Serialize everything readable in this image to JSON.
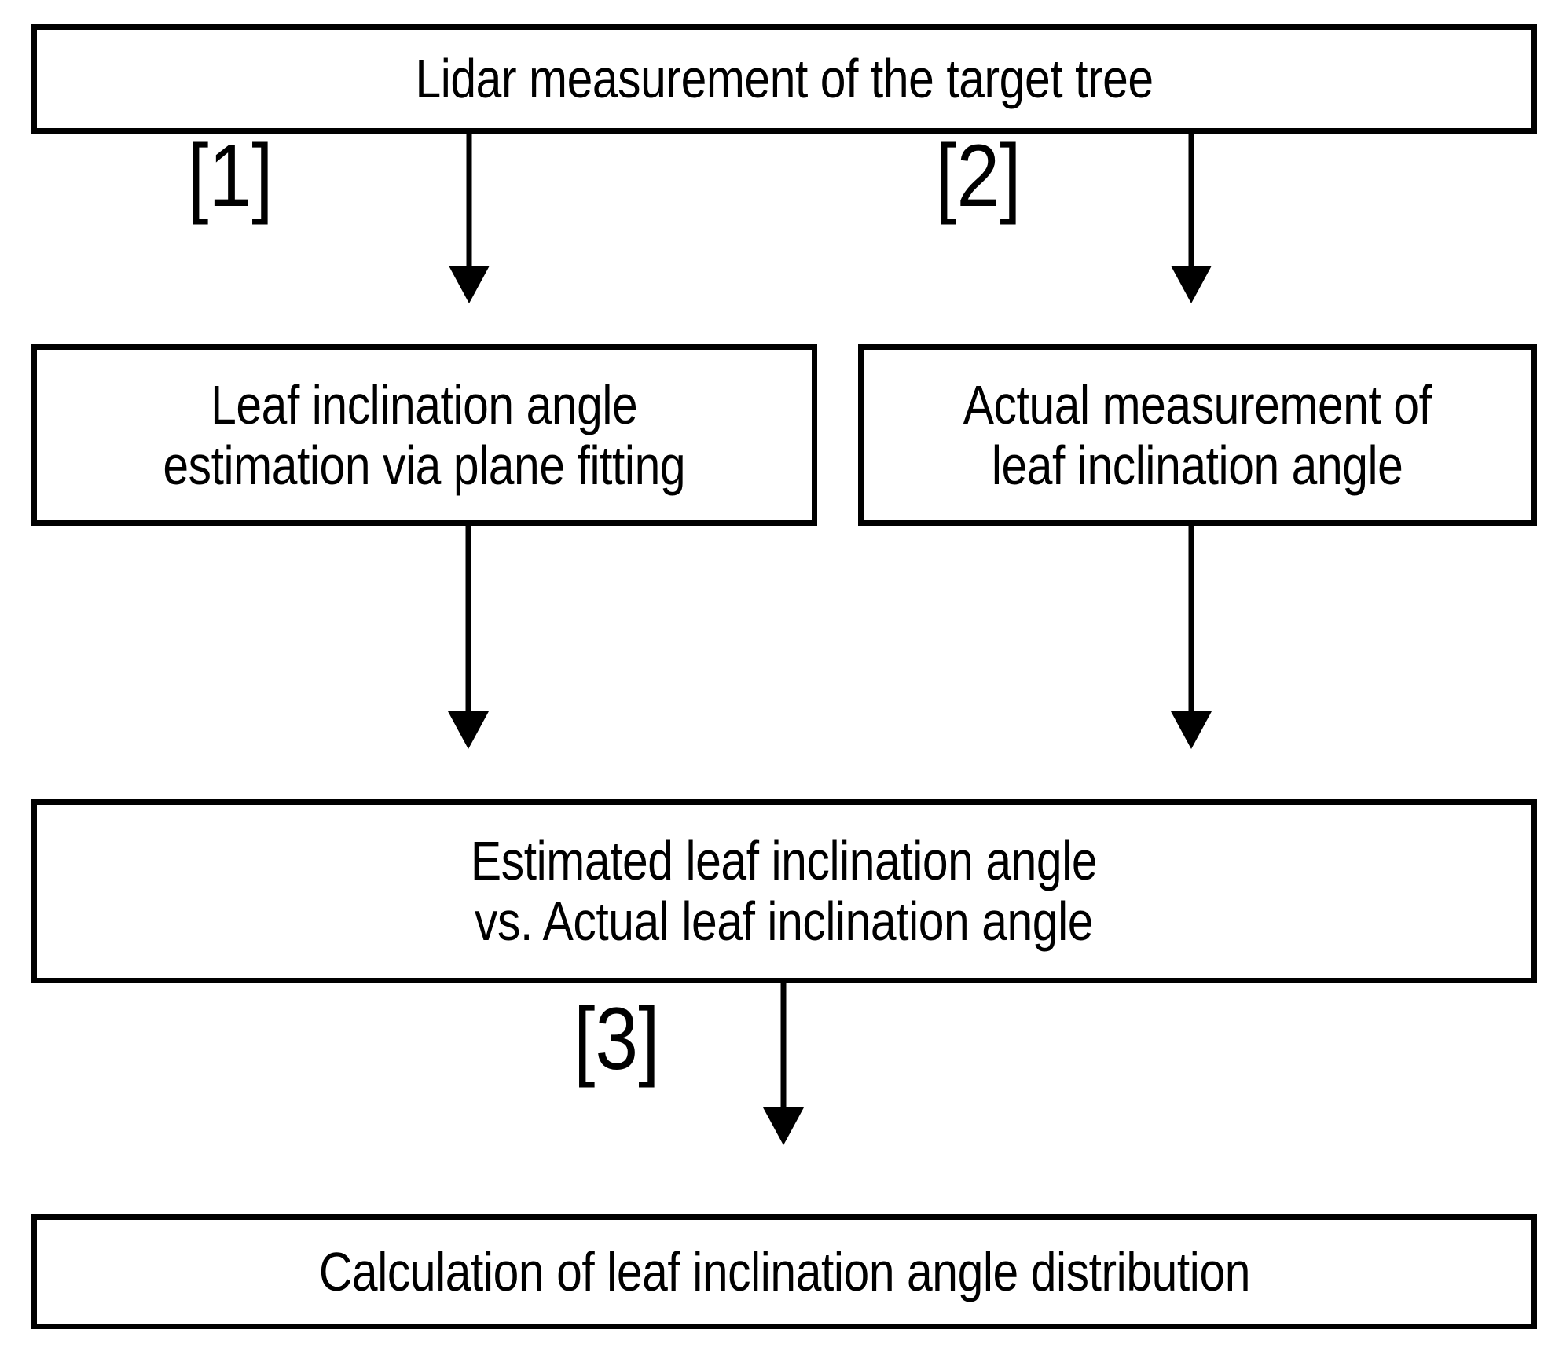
{
  "diagram": {
    "title": "Leaf inclination angle workflow flowchart",
    "background_color": "#ffffff",
    "line_color": "#000000",
    "nodes": [
      {
        "id": "lidar",
        "text": "Lidar measurement of the target tree"
      },
      {
        "id": "estimation",
        "text": "Leaf inclination angle\nestimation via plane fitting"
      },
      {
        "id": "actual",
        "text": "Actual measurement of\nleaf inclination angle"
      },
      {
        "id": "compare",
        "text": "Estimated leaf inclination angle\nvs. Actual leaf inclination angle"
      },
      {
        "id": "calc",
        "text": "Calculation of leaf inclination angle distribution"
      }
    ],
    "step_labels": [
      {
        "id": "step-1",
        "text": "[1]"
      },
      {
        "id": "step-2",
        "text": "[2]"
      },
      {
        "id": "step-3",
        "text": "[3]"
      }
    ],
    "edges": [
      {
        "id": "edge-1",
        "from": "lidar",
        "to": "estimation",
        "label": "[1]"
      },
      {
        "id": "edge-2",
        "from": "lidar",
        "to": "actual",
        "label": "[2]"
      },
      {
        "id": "edge-3",
        "from": "estimation",
        "to": "compare",
        "label": ""
      },
      {
        "id": "edge-4",
        "from": "actual",
        "to": "compare",
        "label": ""
      },
      {
        "id": "edge-5",
        "from": "compare",
        "to": "calc",
        "label": "[3]"
      }
    ]
  }
}
